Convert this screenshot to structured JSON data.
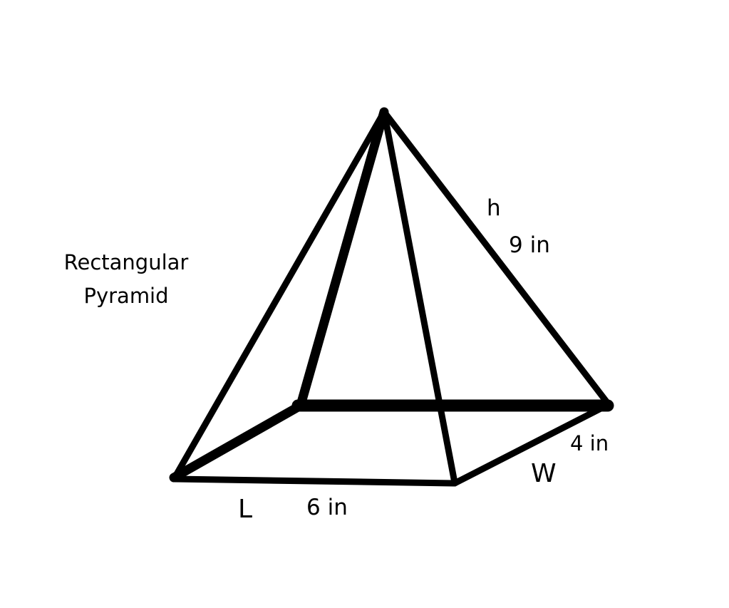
{
  "title": {
    "line1": "Rectangular",
    "line2": "Pyramid"
  },
  "labels": {
    "height_symbol": "h",
    "height_value": "9 in",
    "length_symbol": "L",
    "length_value": "6 in",
    "width_symbol": "W",
    "width_value": "4 in"
  },
  "colors": {
    "stroke": "#000000",
    "background": "#ffffff"
  }
}
